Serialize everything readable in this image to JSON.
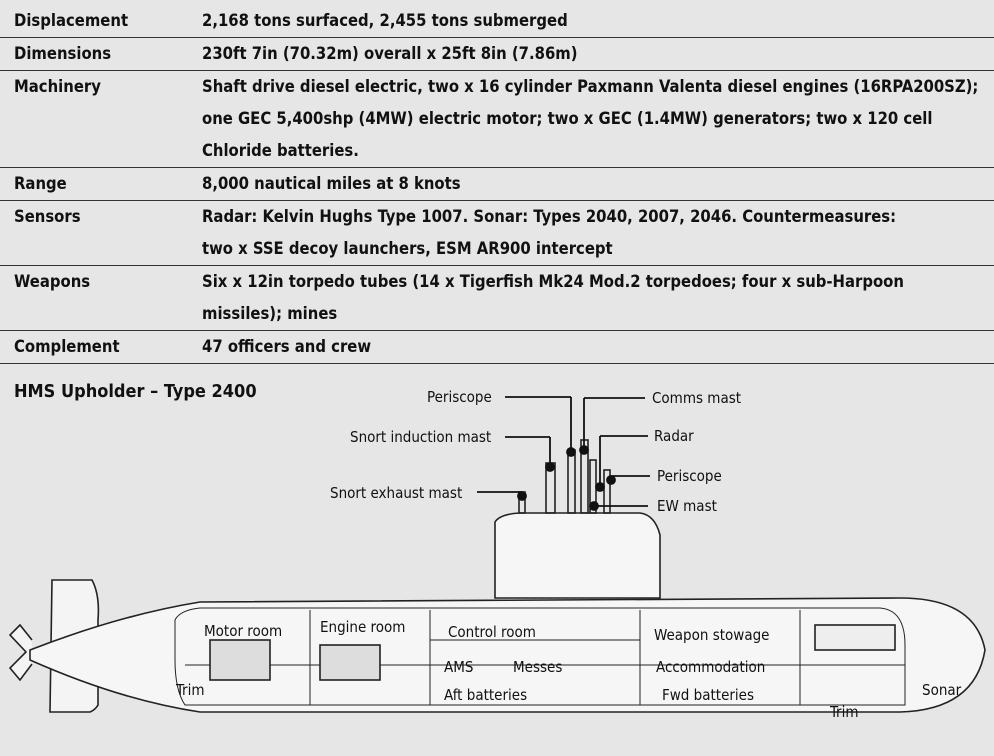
{
  "specs": [
    {
      "key": "Displacement",
      "value": "2,168 tons surfaced, 2,455 tons submerged"
    },
    {
      "key": "Dimensions",
      "value": "230ft 7in (70.32m) overall x 25ft 8in (7.86m)"
    },
    {
      "key": "Machinery",
      "lines": [
        "Shaft drive diesel electric, two x 16 cylinder Paxmann Valenta diesel engines (16RPA200SZ);",
        "one GEC 5,400shp (4MW) electric motor; two x GEC (1.4MW) generators; two x 120 cell",
        "Chloride batteries."
      ]
    },
    {
      "key": "Range",
      "value": "8,000 nautical miles at 8 knots"
    },
    {
      "key": "Sensors",
      "lines": [
        "Radar: Kelvin Hughs Type 1007. Sonar: Types 2040, 2007, 2046. Countermeasures:",
        "two x SSE decoy launchers, ESM AR900 intercept"
      ]
    },
    {
      "key": "Weapons",
      "lines": [
        "Six x 12in torpedo tubes (14 x Tigerfish Mk24 Mod.2 torpedoes; four x sub-Harpoon",
        "missiles); mines"
      ]
    },
    {
      "key": "Complement",
      "value": "47 officers and crew"
    }
  ],
  "diagram": {
    "title": "HMS Upholder – Type 2400",
    "mast_labels": {
      "periscope_aft": "Periscope",
      "snort_induction": "Snort induction mast",
      "snort_exhaust": "Snort exhaust mast",
      "comms": "Comms mast",
      "radar": "Radar",
      "periscope_fwd": "Periscope",
      "ew": "EW mast"
    },
    "rooms": {
      "motor": "Motor room",
      "engine": "Engine room",
      "control": "Control room",
      "weapon": "Weapon stowage",
      "ams": "AMS",
      "messes": "Messes",
      "accommodation": "Accommodation",
      "aft_batteries": "Aft batteries",
      "fwd_batteries": "Fwd batteries",
      "trim_aft": "Trim",
      "trim_fwd": "Trim",
      "sonar": "Sonar"
    }
  }
}
